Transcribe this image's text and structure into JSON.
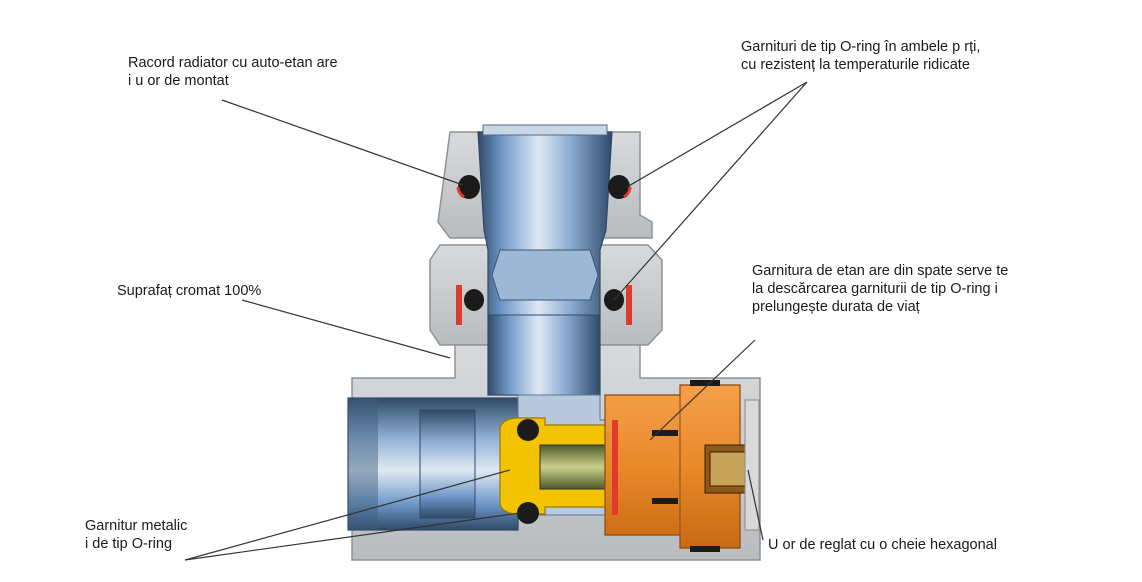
{
  "labels": {
    "radiator_coupling": [
      "Racord radiator cu auto-etan are",
      "i u  or de montat"
    ],
    "oring_both_sides": [
      "Garnituri de tip O-ring în ambele p  rți,",
      "cu rezistenț   la temperaturile ridicate"
    ],
    "chrome_surface": [
      "Suprafaț   cromat   100%"
    ],
    "back_seal": [
      "Garnitura de etan  are din spate serve  te",
      "la descărcarea garniturii de tip O-ring   i",
      "prelungește durata de viaț"
    ],
    "metal_gasket": [
      "Garnitur   metalic",
      "  i de tip O-ring"
    ],
    "hex_key": [
      "U  or de reglat cu o cheie hexagonal"
    ]
  },
  "colors": {
    "body_grey": "#c9cbcd",
    "body_shadow": "#9ea1a4",
    "chrome_blue": "#6f98c8",
    "chrome_light": "#dfe9f3",
    "chrome_dark": "#2f4a68",
    "orange_part": "#e8892a",
    "yellow_part": "#f3c300",
    "red_seal": "#e23a2a",
    "black_ring": "#1b1b1b",
    "leader_line": "#333333"
  }
}
